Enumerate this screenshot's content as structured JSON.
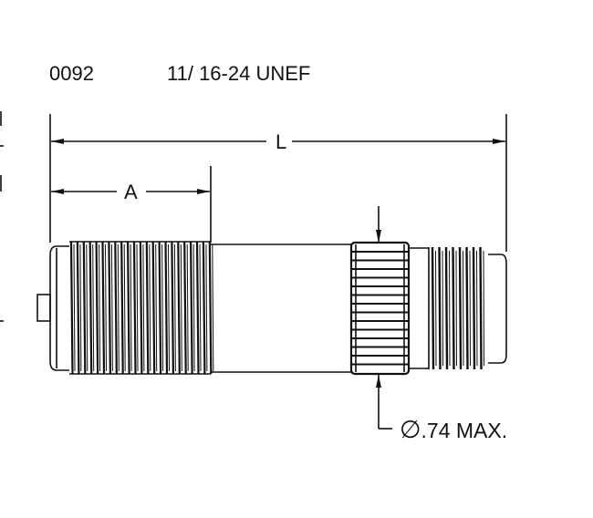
{
  "part_number": "0092",
  "thread_spec": "11/ 16-24 UNEF",
  "dimensions": {
    "overall_length_label": "L",
    "thread_length_label": "A",
    "diameter_symbol": "∅",
    "diameter_note": ".74 MAX."
  },
  "colors": {
    "line": "#111111",
    "background": "#ffffff"
  }
}
